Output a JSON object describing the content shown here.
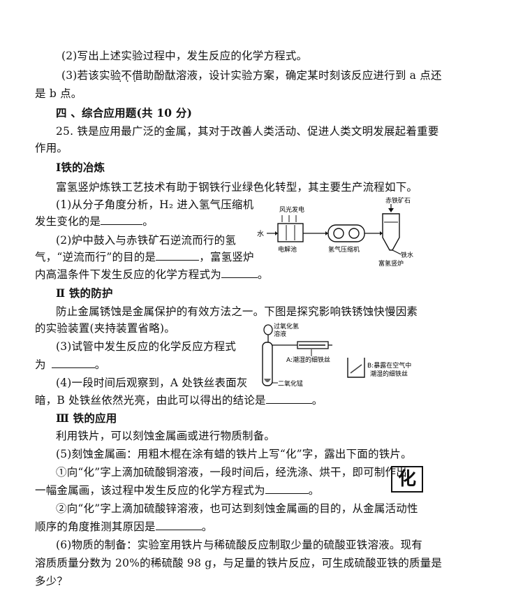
{
  "lines": {
    "q2_method": "(2)写出上述实验过程中，发生反应的化学方程式。",
    "q3_a": "(3)若该实验不借助酚酞溶液，设计实验方案，确定某时刻该反应进行到 a 点还",
    "q3_b": "是 b 点。",
    "section4": "四 、综合应用题(共 10 分)",
    "q25_a": "25. 铁是应用最广泛的金属，其对于改善人类活动、促进人类文明发展起着重要",
    "q25_b": "作用。",
    "part1": "Ⅰ铁的冶炼",
    "p1_intro": "富氢竖炉炼铁工艺技术有助于钢铁行业绿色化转型，其主要生产流程如下。",
    "p1_q1_a": "(1)从分子角度分析，H₂ 进入氢气压缩机",
    "p1_q1_b": "发生变化的是",
    "p1_q2_a": "(2)炉中鼓入与赤铁矿石逆流而行的氢",
    "p1_q2_b1": "气，“逆流而行”的目的是",
    "p1_q2_b2": "，富氢竖炉",
    "p1_q2_c": "内高温条件下发生反应的化学方程式为",
    "part2": "Ⅱ 铁的防护",
    "p2_intro_a": "防止金属锈蚀是金属保护的有效方法之一。下图是探究影响铁锈蚀快慢因素",
    "p2_intro_b": "的实验装置(夹持装置省略)。",
    "p2_q3_a": "(3)试管中发生反应的化学反应方程式",
    "p2_q3_b": "为",
    "p2_q4_a": "(4)一段时间后观察到，A 处铁丝表面灰",
    "p2_q4_b": "暗，B 处铁丝依然光亮，由此可以得出的结论是",
    "part3": "Ⅲ 铁的应用",
    "p3_intro": "利用铁片，可以刻蚀金属画或进行物质制备。",
    "p3_q5": "(5)刻蚀金属画：用粗木棍在涂有蜡的铁片上写“化”字，露出下面的铁片。",
    "p3_q5_1a": "①向“化”字上滴加硫酸铜溶液，一段时间后，经洗涤、烘干，即可制作出",
    "p3_q5_1b": "一幅金属画，该过程中发生反应的化学方程式为",
    "p3_q5_2a": "②向“化”字上滴加硫酸锌溶液，也可达到刻蚀金属画的目的，从金属活动性",
    "p3_q5_2b": "顺序的角度推测其原因是",
    "p3_q6_a": "(6)物质的制备：实验室用铁片与稀硫酸反应制取少量的硫酸亚铁溶液。现有",
    "p3_q6_b": "溶质质量分数为 20%的稀硫酸 98 g，与足量的铁片反应，可生成硫酸亚铁的质量是",
    "p3_q6_c": "多少？",
    "period": "。",
    "char_box": "化"
  },
  "diagram1": {
    "ore": "赤铁矿石",
    "wind": "风光发电",
    "water": "水",
    "electrolyzer": "电解池",
    "compressor": "氢气压缩机",
    "iron_out": "铁水",
    "furnace": "富氢竖炉"
  },
  "diagram2": {
    "h2o2": "过氧化氢",
    "h2o2_b": "溶液",
    "label_a": "A:潮湿的细铁丝",
    "mno2": "二氧化锰",
    "label_b1": "B:暴露在空气中",
    "label_b2": "潮湿的细铁丝"
  }
}
